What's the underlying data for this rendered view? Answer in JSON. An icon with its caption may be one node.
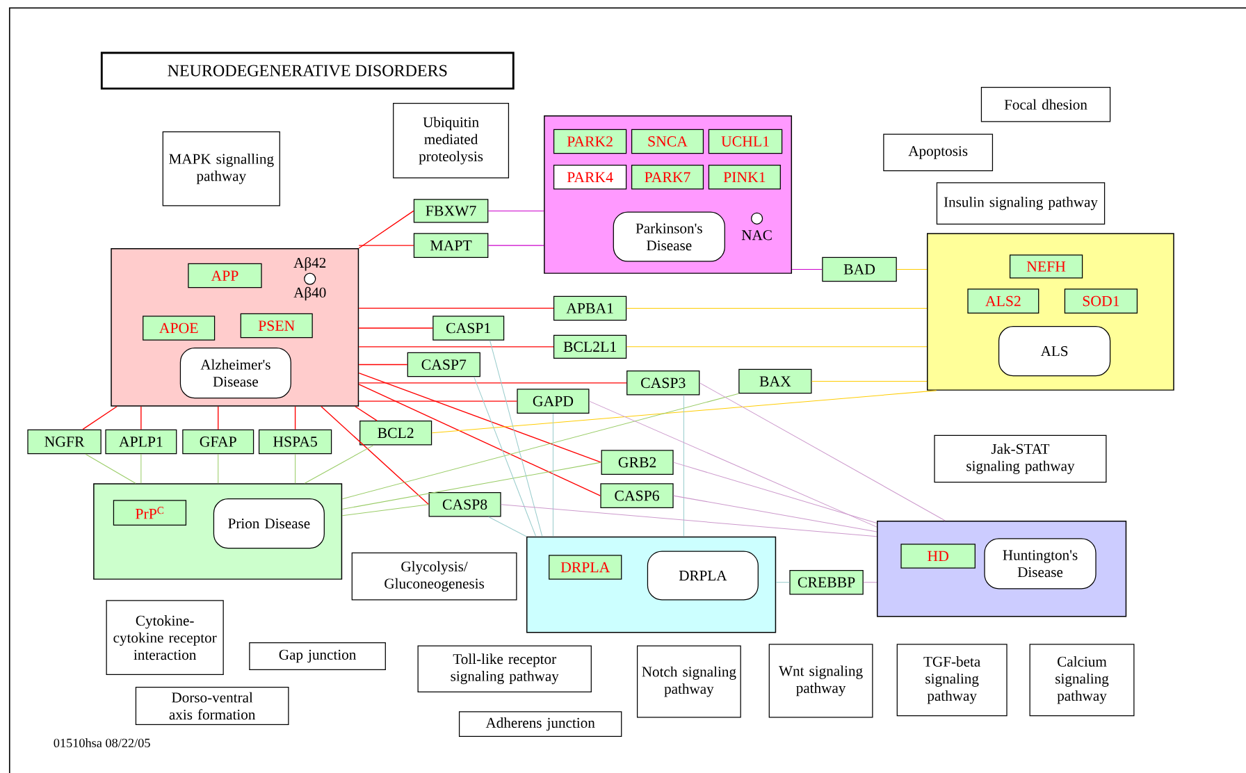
{
  "diagram": {
    "title": "NEURODEGENERATIVE DISORDERS",
    "nodes": [
      {
        "text": [
          "MAPK signalling pathway"
        ]
      },
      {
        "text": [
          "Ubiquitin mediated proteolysis"
        ]
      },
      {
        "text": [],
        "shape": "box"
      },
      {
        "text": [
          "PARK2"
        ],
        "in": 2
      },
      {
        "text": [
          "SNCA"
        ],
        "in": 2
      },
      {
        "text": [
          "UCHL1"
        ],
        "in": 2
      },
      {
        "text": [
          "PARK4"
        ],
        "in": 2
      },
      {
        "text": [
          "PARK7"
        ],
        "in": 2
      },
      {
        "text": [
          "PINK1"
        ],
        "in": 2
      },
      {
        "text": [
          "Parkinson's Disease"
        ],
        "in": 2
      },
      {
        "text": [
          "NAC"
        ],
        "in": 2
      },
      {
        "text": [
          "Focal dhesion"
        ]
      },
      {
        "text": [
          "Apoptosis"
        ]
      },
      {
        "text": [
          "Insulin signaling pathway"
        ]
      },
      {
        "text": [
          "FBXW7"
        ]
      },
      {
        "text": [
          "MAPT"
        ]
      },
      {
        "text": [],
        "shape": "box"
      },
      {
        "text": [
          "APP"
        ],
        "in": 16
      },
      {
        "text": [
          "Aβ42",
          "Aβ40"
        ],
        "in": 16
      },
      {
        "text": [
          "APOE"
        ],
        "in": 16
      },
      {
        "text": [
          "PSEN"
        ],
        "in": 16
      },
      {
        "text": [
          "Alzheimer's Disease"
        ],
        "in": 16
      },
      {
        "text": [
          "BAD"
        ]
      },
      {
        "text": [],
        "shape": "box"
      },
      {
        "text": [
          "NEFH"
        ],
        "in": 23
      },
      {
        "text": [
          "ALS2"
        ],
        "in": 23
      },
      {
        "text": [
          "SOD1"
        ],
        "in": 23
      },
      {
        "text": [
          "ALS"
        ],
        "in": 23
      },
      {
        "text": [
          "APBA1"
        ]
      },
      {
        "text": [
          "CASP1"
        ]
      },
      {
        "text": [
          "BCL2L1"
        ]
      },
      {
        "text": [
          "CASP7"
        ]
      },
      {
        "text": [
          "CASP3"
        ]
      },
      {
        "text": [
          "BAX"
        ]
      },
      {
        "text": [
          "GAPD"
        ]
      },
      {
        "text": [
          "NGFR"
        ]
      },
      {
        "text": [
          "APLP1"
        ]
      },
      {
        "text": [
          "GFAP"
        ]
      },
      {
        "text": [
          "HSPA5"
        ]
      },
      {
        "text": [
          "BCL2"
        ]
      },
      {
        "text": [
          "GRB2"
        ]
      },
      {
        "text": [
          "CASP6"
        ]
      },
      {
        "text": [
          "Jak-STAT signaling pathway"
        ]
      },
      {
        "text": [],
        "shape": "box"
      },
      {
        "text": [
          "PrP$^{C}$"
        ],
        "in": 43
      },
      {
        "text": [
          "Prion Disease"
        ],
        "in": 43
      },
      {
        "text": [
          "CASP8"
        ]
      },
      {
        "text": [
          "Glycolysis/ Gluconeogenesis"
        ]
      },
      {
        "text": [],
        "shape": "box"
      },
      {
        "text": [
          "DRPLA"
        ],
        "in": 48
      },
      {
        "text": [
          "DRPLA"
        ],
        "in": 48
      },
      {
        "text": [
          "CREBBP"
        ]
      },
      {
        "text": [],
        "shape": "box"
      },
      {
        "text": [
          "HD"
        ],
        "in": 52
      },
      {
        "text": [
          "Huntington's Disease"
        ],
        "in": 52
      },
      {
        "text": [
          "Cytokine-cytokine receptor interaction"
        ]
      },
      {
        "text": [
          "Gap junction"
        ]
      },
      {
        "text": [
          "Toll-like receptor signaling pathway"
        ]
      },
      {
        "text": [
          "Notch signaling pathway"
        ]
      },
      {
        "text": [
          "Wnt signaling pathway"
        ]
      },
      {
        "text": [
          "TGF-beta signaling pathway"
        ]
      },
      {
        "text": [
          "Calcium signaling pathway"
        ]
      },
      {
        "text": [
          "Dorso-ventral axis formation"
        ]
      },
      {
        "text": [
          "Adherens junction"
        ]
      }
    ],
    "edges": [
      {
        "from": 16,
        "to": 14,
        "arrow": "none"
      },
      {
        "from": 16,
        "to": 15,
        "arrow": "none"
      },
      {
        "from": 16,
        "to": 28,
        "arrow": "none"
      },
      {
        "from": 16,
        "to": 29,
        "arrow": "none"
      },
      {
        "from": 16,
        "to": 30,
        "arrow": "none"
      },
      {
        "from": 16,
        "to": 31,
        "arrow": "none"
      },
      {
        "from": 16,
        "to": 32,
        "arrow": "none"
      },
      {
        "from": 16,
        "to": 34,
        "arrow": "none"
      },
      {
        "from": 16,
        "to": 40,
        "arrow": "none"
      },
      {
        "from": 16,
        "to": 41,
        "arrow": "none"
      },
      {
        "from": 16,
        "to": 39,
        "arrow": "none"
      },
      {
        "from": 16,
        "to": 46,
        "arrow": "none"
      },
      {
        "from": 16,
        "to": 35,
        "arrow": "none"
      },
      {
        "from": 16,
        "to": 36,
        "arrow": "none"
      },
      {
        "from": 16,
        "to": 37,
        "arrow": "none"
      },
      {
        "from": 16,
        "to": 38,
        "arrow": "none"
      },
      {
        "from": 14,
        "to": 2,
        "arrow": "none",
        "color": "#cc00cc"
      },
      {
        "from": 15,
        "to": 2,
        "arrow": "none",
        "color": "#cc00cc"
      },
      {
        "from": 2,
        "to": 22,
        "arrow": "none",
        "color": "#cc00cc"
      },
      {
        "from": 22,
        "to": 23,
        "arrow": "none",
        "color": "#ffcc00"
      },
      {
        "from": 28,
        "to": 23,
        "arrow": "none",
        "color": "#ffcc00"
      },
      {
        "from": 30,
        "to": 23,
        "arrow": "none",
        "color": "#ffcc00"
      },
      {
        "from": 33,
        "to": 23,
        "arrow": "none",
        "color": "#ffcc00"
      },
      {
        "from": 39,
        "to": 23,
        "arrow": "none",
        "color": "#ffcc00"
      },
      {
        "from": 35,
        "to": 43,
        "arrow": "none",
        "color": "#99cc66"
      },
      {
        "from": 36,
        "to": 43,
        "arrow": "none",
        "color": "#99cc66"
      },
      {
        "from": 37,
        "to": 43,
        "arrow": "none",
        "color": "#99cc66"
      },
      {
        "from": 38,
        "to": 43,
        "arrow": "none",
        "color": "#99cc66"
      },
      {
        "from": 39,
        "to": 43,
        "arrow": "none",
        "color": "#99cc66"
      },
      {
        "from": 33,
        "to": 43,
        "arrow": "none",
        "color": "#99cc66"
      },
      {
        "from": 40,
        "to": 43,
        "arrow": "none",
        "color": "#99cc66"
      },
      {
        "from": 46,
        "to": 43,
        "arrow": "none",
        "color": "#99cc66"
      },
      {
        "from": 29,
        "to": 48,
        "arrow": "none",
        "color": "#99cccc"
      },
      {
        "from": 31,
        "to": 48,
        "arrow": "none",
        "color": "#99cccc"
      },
      {
        "from": 34,
        "to": 48,
        "arrow": "none",
        "color": "#99cccc"
      },
      {
        "from": 32,
        "to": 48,
        "arrow": "none",
        "color": "#99cccc"
      },
      {
        "from": 46,
        "to": 48,
        "arrow": "none",
        "color": "#99cccc"
      },
      {
        "from": 48,
        "to": 51,
        "arrow": "none",
        "color": "#99cccc"
      },
      {
        "from": 34,
        "to": 52,
        "arrow": "none",
        "color": "#cc99cc"
      },
      {
        "from": 32,
        "to": 52,
        "arrow": "none",
        "color": "#cc99cc"
      },
      {
        "from": 40,
        "to": 52,
        "arrow": "none",
        "color": "#cc99cc"
      },
      {
        "from": 41,
        "to": 52,
        "arrow": "none",
        "color": "#cc99cc"
      },
      {
        "from": 46,
        "to": 52,
        "arrow": "none",
        "color": "#cc99cc"
      },
      {
        "from": 51,
        "to": 52,
        "arrow": "none",
        "color": "#cc99cc"
      }
    ],
    "labels": [
      "01510hsa   08/22/05"
    ]
  }
}
